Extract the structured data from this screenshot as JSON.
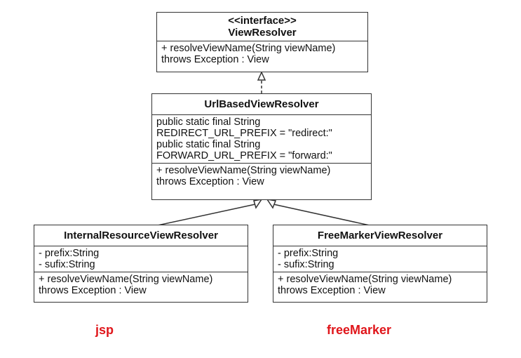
{
  "classes": {
    "viewresolver": {
      "stereotype": "<<interface>>",
      "name": "ViewResolver",
      "methods": [
        "+ resolveViewName(String viewName)",
        "throws Exception : View"
      ]
    },
    "urlbased": {
      "name": "UrlBasedViewResolver",
      "attributes": [
        "public static final String",
        "REDIRECT_URL_PREFIX = \"redirect:\"",
        "public static final String",
        "FORWARD_URL_PREFIX = \"forward:\""
      ],
      "methods": [
        "+ resolveViewName(String viewName)",
        "throws Exception : View"
      ]
    },
    "internal": {
      "name": "InternalResourceViewResolver",
      "attributes": [
        "- prefix:String",
        "- sufix:String"
      ],
      "methods": [
        "+ resolveViewName(String viewName)",
        "throws Exception : View"
      ]
    },
    "freemarker": {
      "name": "FreeMarkerViewResolver",
      "attributes": [
        "- prefix:String",
        "- sufix:String"
      ],
      "methods": [
        "+ resolveViewName(String viewName)",
        "throws Exception : View"
      ]
    }
  },
  "captions": {
    "jsp": "jsp",
    "freemarker": "freeMarker"
  },
  "colors": {
    "caption": "#e0161b",
    "border": "#333333"
  }
}
